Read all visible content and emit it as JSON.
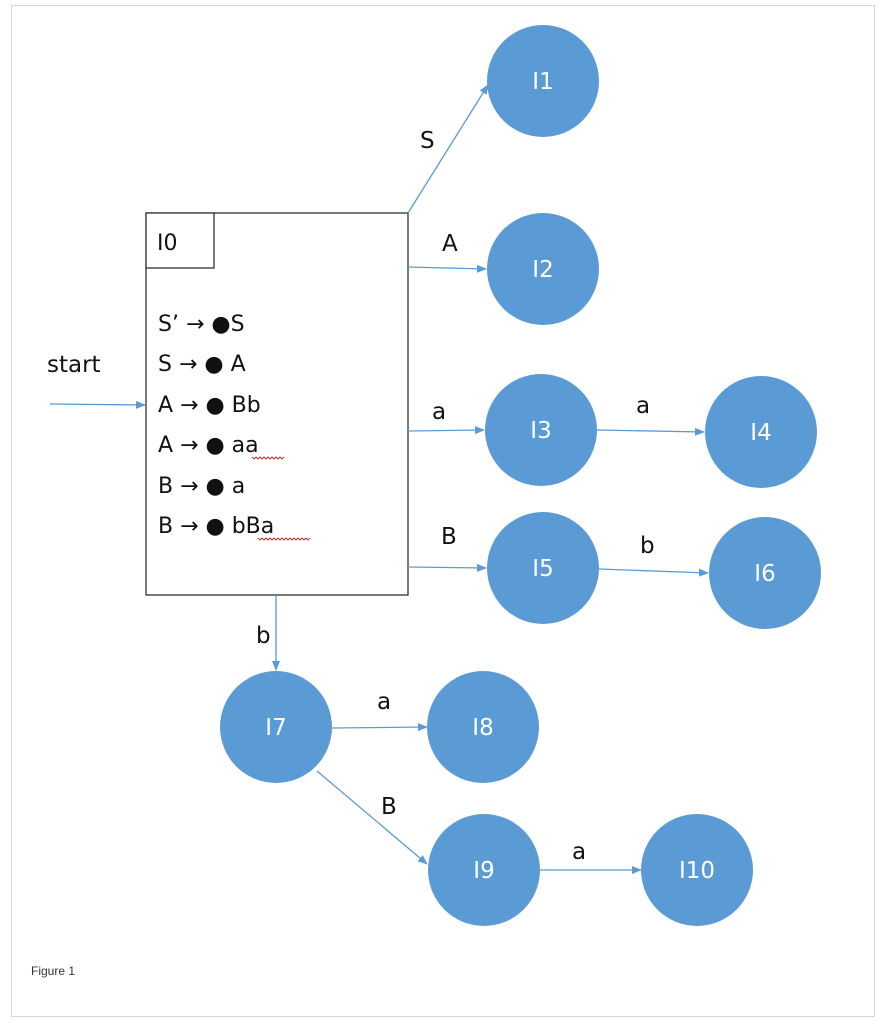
{
  "start_label": "start",
  "item_set": {
    "label": "I0",
    "productions": [
      "S’ → ●S",
      "S → ● A",
      "A → ● Bb",
      "A → ● aa",
      "B  → ● a",
      "B  → ● bBa"
    ]
  },
  "states": [
    {
      "id": "I1",
      "label": "I1"
    },
    {
      "id": "I2",
      "label": "I2"
    },
    {
      "id": "I3",
      "label": "I3"
    },
    {
      "id": "I4",
      "label": "I4"
    },
    {
      "id": "I5",
      "label": "I5"
    },
    {
      "id": "I6",
      "label": "I6"
    },
    {
      "id": "I7",
      "label": "I7"
    },
    {
      "id": "I8",
      "label": "I8"
    },
    {
      "id": "I9",
      "label": "I9"
    },
    {
      "id": "I10",
      "label": "I10"
    }
  ],
  "transitions": [
    {
      "from": "I0",
      "to": "I1",
      "symbol": "S"
    },
    {
      "from": "I0",
      "to": "I2",
      "symbol": "A"
    },
    {
      "from": "I0",
      "to": "I3",
      "symbol": "a"
    },
    {
      "from": "I3",
      "to": "I4",
      "symbol": "a"
    },
    {
      "from": "I0",
      "to": "I5",
      "symbol": "B"
    },
    {
      "from": "I5",
      "to": "I6",
      "symbol": "b"
    },
    {
      "from": "I0",
      "to": "I7",
      "symbol": "b"
    },
    {
      "from": "I7",
      "to": "I8",
      "symbol": "a"
    },
    {
      "from": "I7",
      "to": "I9",
      "symbol": "B"
    },
    {
      "from": "I9",
      "to": "I10",
      "symbol": "a"
    }
  ],
  "colors": {
    "state_fill": "#5b9bd5",
    "edge": "#5b9bd5",
    "state_text": "#ffffff",
    "spellcheck": "#d9302c"
  },
  "caption": "Figure 1"
}
